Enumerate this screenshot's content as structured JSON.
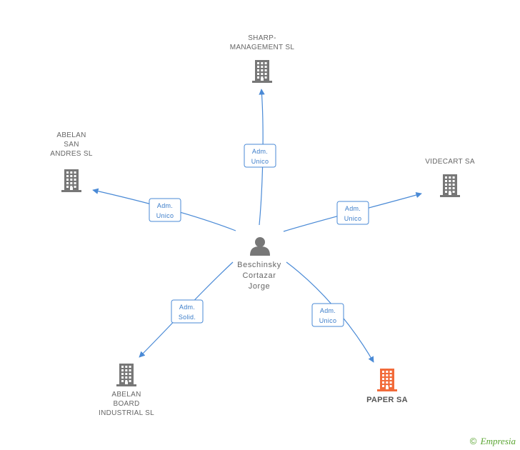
{
  "center": {
    "name_lines": [
      "Beschinsky",
      "Cortazar",
      "Jorge"
    ],
    "icon": "person-icon"
  },
  "companies": [
    {
      "id": "sharp",
      "name_lines": [
        "SHARP-",
        "MANAGEMENT SL"
      ],
      "icon": "building-icon",
      "color": "#777777",
      "relation_lines": [
        "Adm.",
        "Unico"
      ]
    },
    {
      "id": "abelan-san-andres",
      "name_lines": [
        "ABELAN",
        "SAN",
        "ANDRES  SL"
      ],
      "icon": "building-icon",
      "color": "#777777",
      "relation_lines": [
        "Adm.",
        "Unico"
      ]
    },
    {
      "id": "videcart",
      "name_lines": [
        "VIDECART SA"
      ],
      "icon": "building-icon",
      "color": "#777777",
      "relation_lines": [
        "Adm.",
        "Unico"
      ]
    },
    {
      "id": "abelan-board",
      "name_lines": [
        "ABELAN",
        "BOARD",
        "INDUSTRIAL  SL"
      ],
      "icon": "building-icon",
      "color": "#777777",
      "relation_lines": [
        "Adm.",
        "Solid."
      ]
    },
    {
      "id": "paper",
      "name_lines": [
        "PAPER SA"
      ],
      "icon": "building-icon",
      "color": "#f26b3a",
      "relation_lines": [
        "Adm.",
        "Unico"
      ],
      "highlight": true
    }
  ],
  "colors": {
    "edge": "#4a8ad6",
    "building": "#777777",
    "highlight": "#f26b3a"
  },
  "footer": {
    "copyright": "©",
    "brand": "Empresia"
  }
}
